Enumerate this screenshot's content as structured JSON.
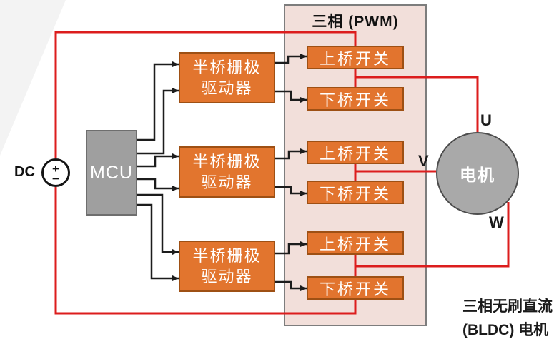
{
  "colors": {
    "wire_red": "#dc1d1d",
    "wire_black": "#1c1c1c",
    "block_orange_fill": "#e2752e",
    "block_orange_border": "#9e5014",
    "pwm_region_fill": "#f2dfda",
    "pwm_region_border": "#7d7d7d",
    "mcu_gray": "#9f9f9f",
    "motor_gray": "#a9a9a9"
  },
  "dc_source": {
    "label": "DC",
    "plus": "+",
    "minus": "−"
  },
  "mcu": {
    "label": "MCU"
  },
  "drivers": [
    {
      "line1": "半桥栅极",
      "line2": "驱动器"
    },
    {
      "line1": "半桥栅极",
      "line2": "驱动器"
    },
    {
      "line1": "半桥栅极",
      "line2": "驱动器"
    }
  ],
  "pwm": {
    "title": "三相 (PWM)"
  },
  "switches": [
    "上桥开关",
    "下桥开关",
    "上桥开关",
    "下桥开关",
    "上桥开关",
    "下桥开关"
  ],
  "motor": {
    "label": "电机",
    "phases": [
      "U",
      "V",
      "W"
    ]
  },
  "caption": {
    "line1": "三相无刷直流",
    "line2": "(BLDC) 电机"
  }
}
